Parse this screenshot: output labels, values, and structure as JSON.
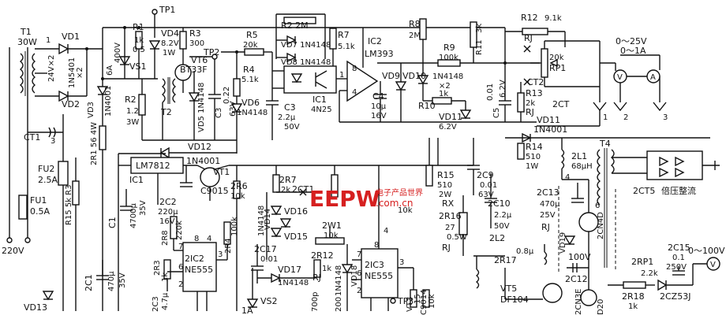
{
  "labels": {
    "tp1": "TP1",
    "tp2": "TP2",
    "tp3": "TP3",
    "t1": "T1",
    "t1w": "30W",
    "t1sec": "24V×2",
    "vd1": "VD1",
    "vd2": "VD2",
    "in5401": "1N5401",
    "x2a": "×2",
    "ct1": "CT1",
    "ct1n": "3",
    "fu2": "FU2",
    "fu2v": "2.5A",
    "fu1": "FU1",
    "fu1v": "0.5A",
    "v220": "220V",
    "r15": "R15 5k R3",
    "vd13": "VD13",
    "vd3": "VD3",
    "in4001a": "1N4001",
    "r2c56": "2R1 56 4W",
    "a6": "6A",
    "v400": "400V",
    "vs1": "VS1",
    "r1": "R1",
    "r1v": "1k",
    "r1p": "0.5",
    "r2": "R2",
    "r2v": "1.2",
    "r2p": "3W",
    "vd4": "VD4",
    "vd4v": "8.2V",
    "vd4p": "1W",
    "r3": "R3",
    "r3v": "300",
    "vt6": "VT6",
    "bt33f": "BT33F",
    "t2": "T2",
    "vd5": "VD5 1N4148",
    "c3a": "C3",
    "c3b": "0.22",
    "c3c": "63V",
    "r5": "R5",
    "r5v": "20k",
    "r4": "R4",
    "r4v": "5.1k",
    "vd6": "VD6",
    "vd6p": "1N4148",
    "r2m": "R2 2M",
    "vd7": "VD7 1N4148",
    "vd8": "VD8 1N4148",
    "r7": "R7",
    "r7v": "5.1k",
    "c3": "C3",
    "c3v": "2.2μ",
    "c3v2": "50V",
    "ic1": "IC1",
    "ic1p": "4N25",
    "ic2": "IC2",
    "ic2p": "LM393",
    "pin8": "8",
    "pin4": "4",
    "pin1": "1",
    "c4": "C4",
    "c4v": "10μ",
    "c4v2": "16V",
    "vd9": "VD9",
    "r8": "R8",
    "r8v": "2M",
    "r9": "R9",
    "r9v": "100k",
    "vd10": "VD10",
    "in4148x2": "1N4148",
    "x2b": "×2",
    "r11": "R11",
    "r11v": "3k",
    "r10": "R10",
    "r10v": "1k",
    "vd11a": "VD11",
    "vd11av": "6.2V",
    "c5": "C5",
    "c5v": "0.01",
    "c5v2": "6.2V",
    "r12": "R12",
    "r12v": "9.1k",
    "rj1": "RJ",
    "rp1": "RP1",
    "rp1v": "20k",
    "ct2": "CT2",
    "r13": "R13",
    "r13v": "2k",
    "rj2": "RJ",
    "ct2b": "2CT",
    "v025": "0～25V",
    "a01": "0～1A",
    "meter_v": "V",
    "meter_a": "A",
    "n1": "1",
    "n2": "2",
    "n3": "3",
    "vd11b": "VD11",
    "in4001b": "1N4001",
    "r14": "R14",
    "r14v": "510",
    "r14p": "1W",
    "vd12": "VD12",
    "in4001c": "1N4001",
    "lm7812": "LM7812",
    "ic1b": "IC1",
    "vt1": "VT1",
    "c9015": "C9015",
    "c2": "2C2",
    "c2v": "220μ",
    "c2v2": "16V",
    "c1": "C1",
    "c1v": "4700μ",
    "c1v2": "35V",
    "r6": "2R6",
    "r6v": "10k",
    "r7b": "2R7",
    "r7bv": "2k",
    "ct1b": "2CT1",
    "vd14": "VD14",
    "vd14p": "1N4148",
    "vd16": "VD16",
    "vd15": "VD15",
    "c17": "2C17",
    "c17v": "0.01",
    "vd17": "VD17",
    "vd17p": "1N4148",
    "r15b": "R15",
    "r15bv": "510",
    "r15bp": "2W",
    "rx": "RX",
    "c9": "2C9",
    "c9v": "0.01",
    "c9v2": "63V",
    "r16": "2R16",
    "r16v": "27",
    "r16p": "0.5W",
    "rj3": "RJ",
    "c10": "2C10",
    "c10v": "2.2μ",
    "c10v2": "50V",
    "l2": "2L2",
    "w1": "2W1",
    "w1v": "10k",
    "r12b": "2R12",
    "r12bv": "1k",
    "rj4": "RJ",
    "in4148c": "1N4148",
    "vd18": "VD18",
    "ic2b": "2IC2",
    "ne555a": "NE555",
    "ic3": "2IC3",
    "ne555b": "NE555",
    "r8b": "2R8",
    "r8bv": "220k",
    "r3b": "2R3",
    "r3bv": "1k",
    "r4b": "2R4",
    "r4bv": "100k",
    "c3b2": "2C3",
    "c3bv": "4.7μ",
    "vs2": "VS2",
    "a1": "1A",
    "c1b": "2C1",
    "c1bv": "470μ",
    "c1bv2": "35V",
    "p7a": "7",
    "p6a": "6",
    "p8a": "8",
    "p4a": "4",
    "p2a": "2",
    "p3a": "3",
    "p7b": "7",
    "p6b": "6",
    "p8b": "8",
    "p4b": "4",
    "p2b": "2",
    "p3b": "3",
    "c700p": "700p",
    "r200": "200",
    "r15c": "15",
    "r10c": "10k",
    "r10d": "10k",
    "vt3": "VT3",
    "c9014": "C9014",
    "l1": "2L1",
    "l1v": "68μH",
    "t4": "T4",
    "ct5": "2CT5",
    "bei": "倍压整流",
    "c13": "2C13",
    "c13v": "470μ",
    "c13v2": "25V",
    "rj5": "RJ",
    "n4": "4",
    "n6": "6",
    "cn4d": "2CN4D",
    "vd19": "VD19",
    "c12v": "100V",
    "c12": "2C12",
    "r17": "2R17",
    "r17v": "0.8μ",
    "vt5": "VT5",
    "df104": "DF104",
    "cn3e": "2CN3E",
    "d20": "D20",
    "rp2": "2RP1",
    "rp2v": "2.2k",
    "r18": "2R18",
    "r18v": "1k",
    "cz53j": "2CZ53J",
    "c15": "2C15",
    "c15v": "0.1",
    "c15v2": "250V",
    "v0100": "0～100V",
    "meter_v2": "V"
  },
  "watermark": {
    "logo": "EEPW",
    "cn": "电子产品世界",
    "url": ".com.cn"
  }
}
